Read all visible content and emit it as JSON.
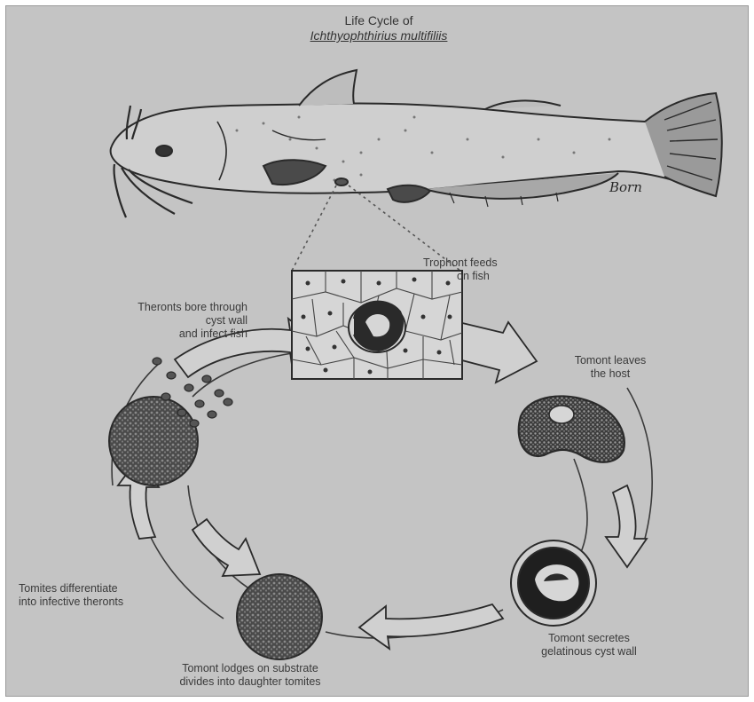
{
  "title": {
    "line1": "Life Cycle of",
    "line2": "Ichthyophthirius multifiliis"
  },
  "labels": {
    "trophont": [
      "Trophont feeds",
      "on fish"
    ],
    "theronts": [
      "Theronts bore through",
      "cyst wall",
      "and infect fish"
    ],
    "tomont_leaves": [
      "Tomont leaves",
      "the host"
    ],
    "tomont_secretes": [
      "Tomont secretes",
      "gelatinous cyst wall"
    ],
    "tomont_lodges": [
      "Tomont lodges on substrate",
      "divides into daughter tomites"
    ],
    "tomites": [
      "Tomites differentiate",
      "into infective theronts"
    ]
  },
  "artist_signature": "Born",
  "colors": {
    "background": "#c4c4c4",
    "ink": "#2a2a2a",
    "fill_dark": "#333333",
    "fill_light": "#d8d8d8"
  }
}
